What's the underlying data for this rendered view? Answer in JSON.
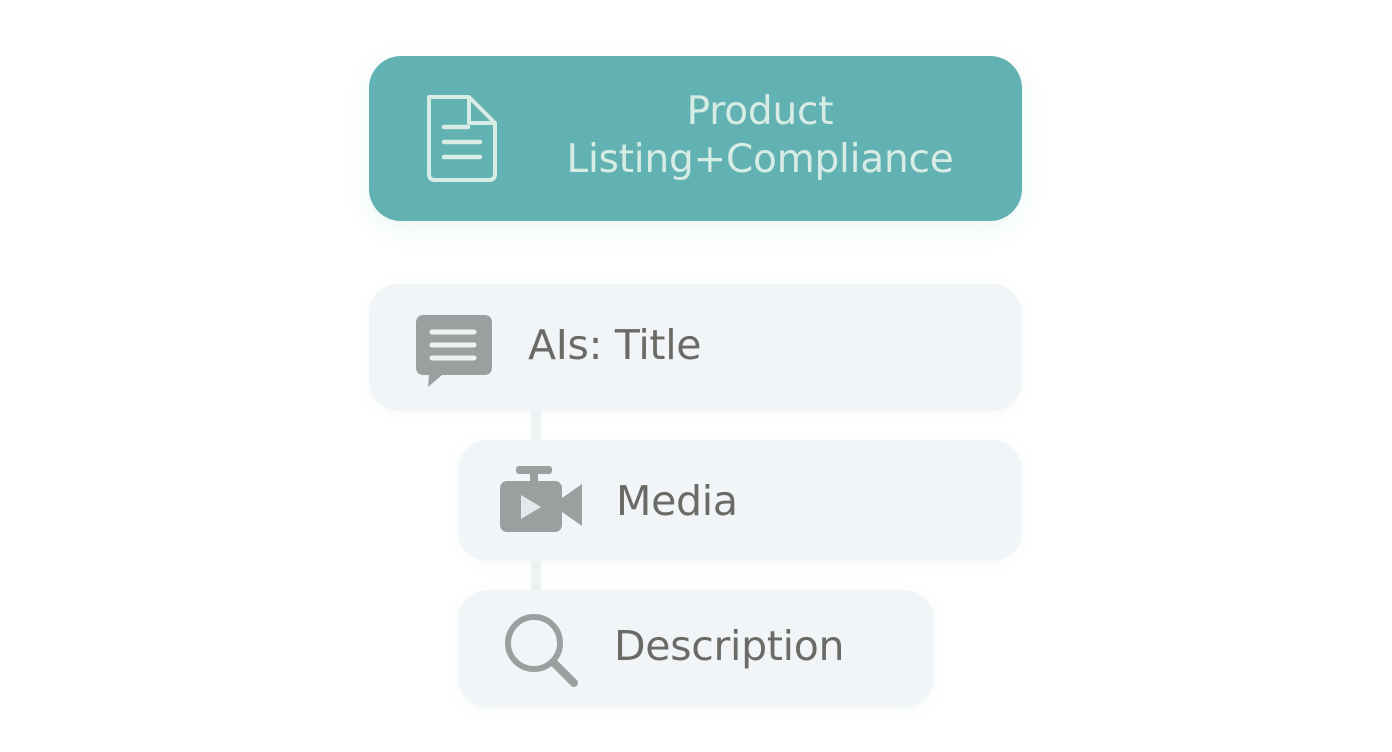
{
  "header": {
    "title_line1": "Product",
    "title_line2": "Listing+Compliance",
    "icon": "document-icon",
    "color": "#62b1b3",
    "text_color": "#d6ece4"
  },
  "steps": [
    {
      "label": "AIs: Title",
      "icon": "chat-icon"
    },
    {
      "label": "Media",
      "icon": "video-camera-icon"
    },
    {
      "label": "Description",
      "icon": "search-icon"
    }
  ],
  "colors": {
    "card_background": "#f1f5f7",
    "icon_gray": "#9aa09f",
    "label_gray": "#6b6a66"
  }
}
